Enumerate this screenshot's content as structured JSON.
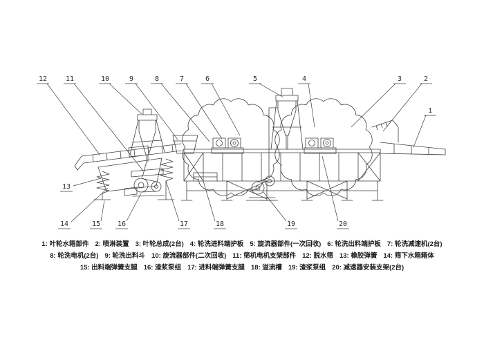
{
  "canvas": {
    "background": "#ffffff",
    "line_color": "#3e3e3e"
  },
  "callouts": [
    "1",
    "2",
    "3",
    "4",
    "5",
    "6",
    "7",
    "8",
    "9",
    "10",
    "11",
    "12",
    "13",
    "14",
    "15",
    "16",
    "17",
    "18",
    "19",
    "20"
  ],
  "legend": {
    "rows": [
      [
        {
          "text": "1: 叶轮水箱部件"
        },
        {
          "text": "2: 喷淋装置"
        },
        {
          "text": "3: 叶轮总成(2台)"
        },
        {
          "text": "4: 轮洗进料端护板"
        },
        {
          "text": "5: 旋流器部件(一次回收)"
        },
        {
          "text": "6: 轮洗出料端护板"
        },
        {
          "text": "7: 轮洗减速机(2台)"
        }
      ],
      [
        {
          "text": "8: 轮洗电机(2台)"
        },
        {
          "text": "9: 轮洗出料斗"
        },
        {
          "text": "10: 旋流器部件(二次回收)"
        },
        {
          "text": "11: 筛机电机支架部件"
        },
        {
          "text": "12: 脱水筛"
        },
        {
          "text": "13: 橡胶弹簧"
        },
        {
          "text": "14: 筛下水箱箱体"
        }
      ],
      [
        {
          "text": "15: 出料端弹簧支腿"
        },
        {
          "text": "16: 渣浆泵组"
        },
        {
          "text": "17: 进料端弹簧支腿"
        },
        {
          "text": "18: 溢流槽"
        },
        {
          "text": "19: 渣浆泵组"
        },
        {
          "text": "20: 减速器安装支架(2台)"
        }
      ]
    ]
  }
}
